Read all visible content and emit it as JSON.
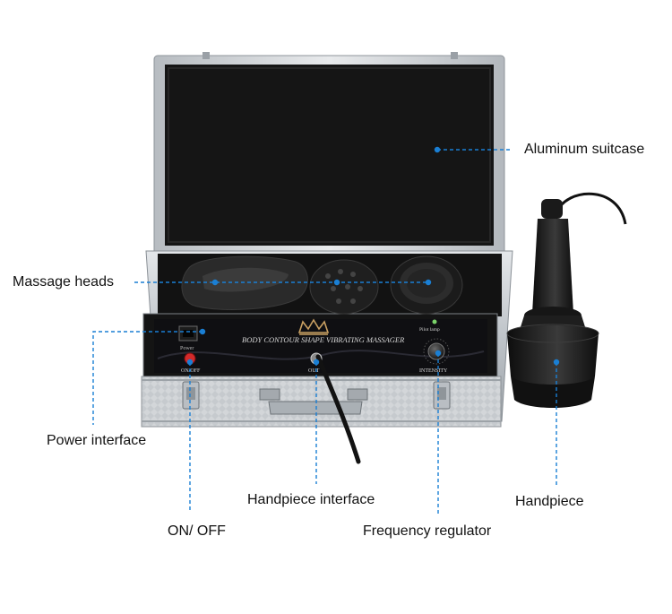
{
  "panel": {
    "title": "BODY CONTOUR SHAPE VIBRATING MASSAGER",
    "power_small": "Power",
    "on_off": "ON/OFF",
    "out": "OUT",
    "pilot_lamp": "Pilot lamp",
    "intensity": "INTENSITY"
  },
  "labels": {
    "aluminum_suitcase": "Aluminum suitcase",
    "massage_heads": "Massage heads",
    "power_interface": "Power interface",
    "handpiece_interface": "Handpiece interface",
    "on_off": "ON/ OFF",
    "frequency_regulator": "Frequency regulator",
    "handpiece": "Handpiece"
  },
  "colors": {
    "callout_line": "#1a7fd4",
    "case_silver": "#c9cdd1",
    "lining_black": "#161616",
    "panel_gold": "#c9a062"
  }
}
